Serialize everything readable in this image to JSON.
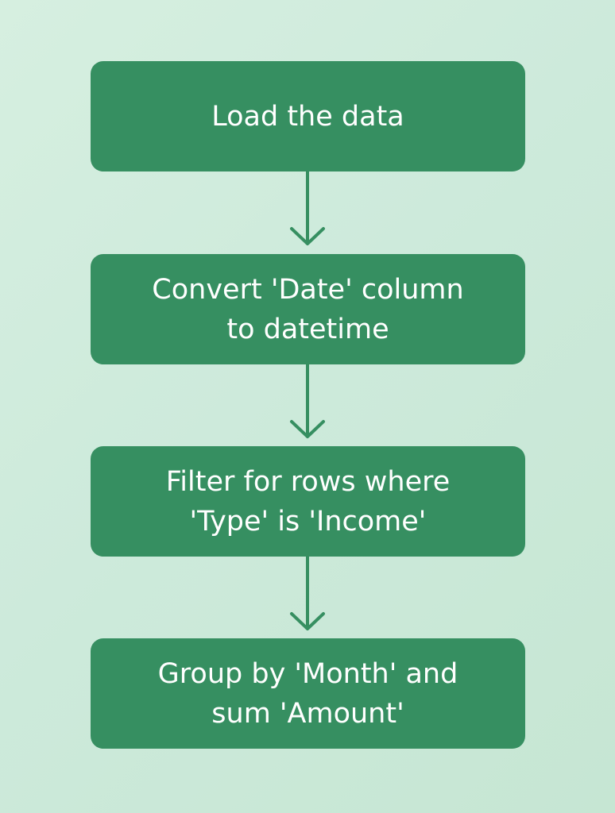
{
  "colors": {
    "box_fill": "#368f61",
    "arrow": "#368f61",
    "text": "#ffffff"
  },
  "steps": [
    {
      "label": "Load the data"
    },
    {
      "label": "Convert 'Date' column\nto datetime"
    },
    {
      "label": "Filter for rows where\n'Type' is 'Income'"
    },
    {
      "label": "Group by 'Month' and\nsum 'Amount'"
    }
  ]
}
